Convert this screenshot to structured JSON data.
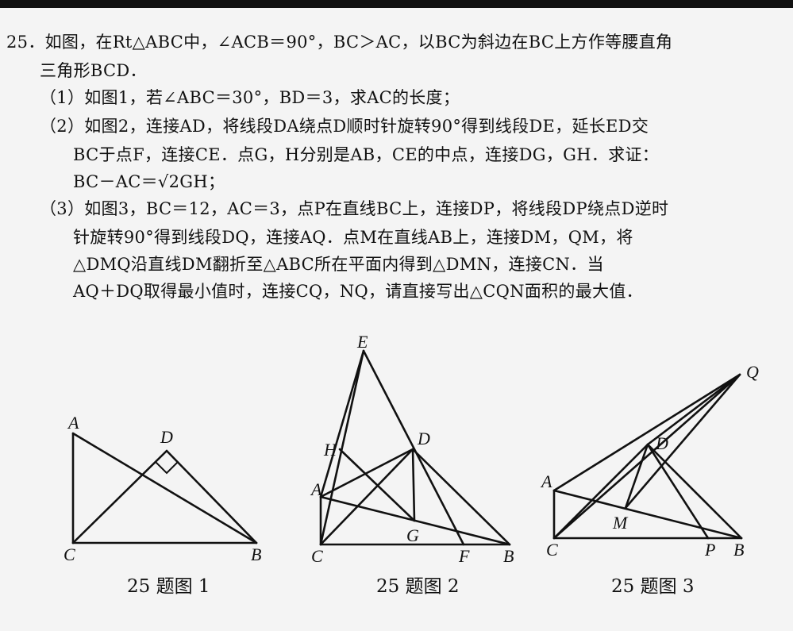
{
  "problem": {
    "lines": [
      "25．如图，在Rt△ABC中，∠ACB＝90°，BC＞AC，以BC为斜边在BC上方作等腰直角",
      "三角形BCD．",
      "（1）如图1，若∠ABC＝30°，BD＝3，求AC的长度；",
      "（2）如图2，连接AD，将线段DA绕点D顺时针旋转90°得到线段DE，延长ED交",
      "BC于点F，连接CE．点G，H分别是AB，CE的中点，连接DG，GH．求证：",
      "BC－AC＝√2GH；",
      "（3）如图3，BC＝12，AC＝3，点P在直线BC上，连接DP，将线段DP绕点D逆时",
      "针旋转90°得到线段DQ，连接AQ．点M在直线AB上，连接DM，QM，将",
      "△DMQ沿直线DM翻折至△ABC所在平面内得到△DMN，连接CN．当",
      "AQ＋DQ取得最小值时，连接CQ，NQ，请直接写出△CQN面积的最大值．"
    ]
  },
  "figures": {
    "fig1": {
      "caption": "25 题图 1",
      "labels": {
        "A": "A",
        "B": "B",
        "C": "C",
        "D": "D"
      }
    },
    "fig2": {
      "caption": "25 题图 2",
      "labels": {
        "A": "A",
        "B": "B",
        "C": "C",
        "D": "D",
        "E": "E",
        "F": "F",
        "G": "G",
        "H": "H"
      }
    },
    "fig3": {
      "caption": "25 题图 3",
      "labels": {
        "A": "A",
        "B": "B",
        "C": "C",
        "D": "D",
        "M": "M",
        "P": "P",
        "Q": "Q"
      }
    }
  }
}
